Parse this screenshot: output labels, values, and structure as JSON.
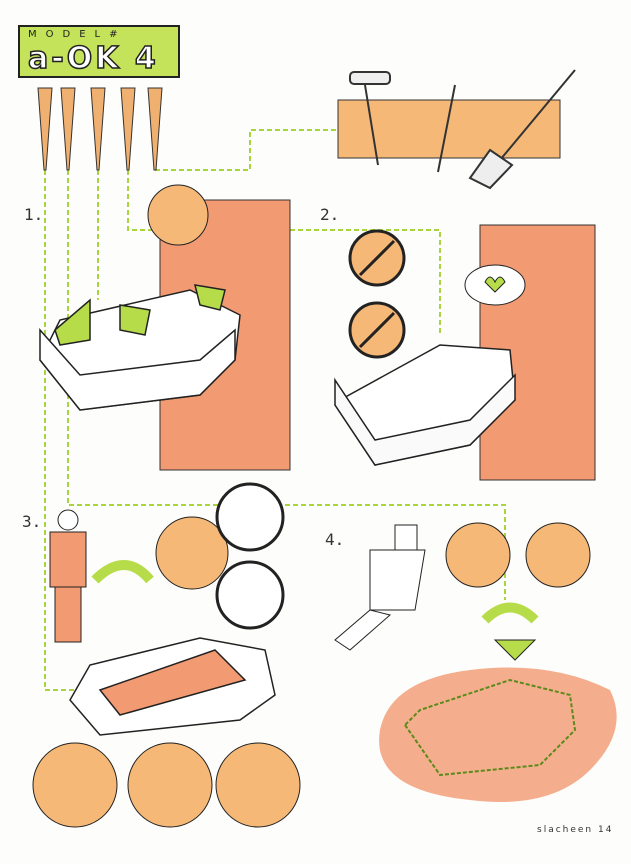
{
  "logo": {
    "top": "MODEL#",
    "name": "a-OK 4"
  },
  "steps": [
    "1.",
    "2.",
    "3.",
    "4."
  ],
  "signature": "slacheen 14",
  "colors": {
    "orange": "#f29a72",
    "tan": "#f5b877",
    "green": "#b6dc4a",
    "line": "#222222"
  }
}
